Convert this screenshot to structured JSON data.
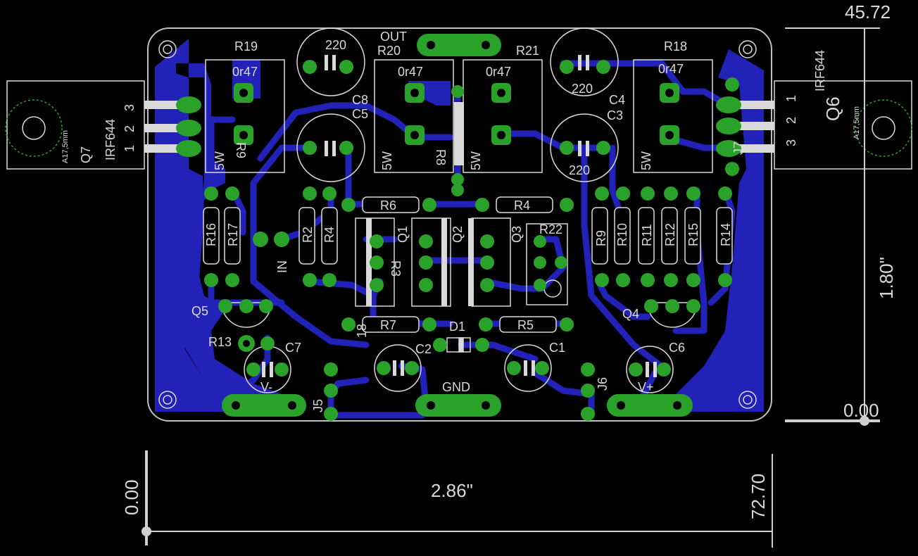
{
  "labels": {
    "out": "OUT",
    "gnd": "GND",
    "in": "IN",
    "r19": "R19",
    "r20": "R20",
    "r21": "R21",
    "r18": "R18",
    "val_0r47_a": "0r47",
    "val_0r47_b": "0r47",
    "val_0r47_c": "0r47",
    "val_0r47_d": "0r47",
    "cap220_tl": "220",
    "cap220_tr": "220",
    "cap220_br": "220",
    "c8": "C8",
    "c5": "C5",
    "c4": "C4",
    "c3": "C3",
    "w5_a": "5W",
    "w5_b": "5W",
    "w5_c": "5W",
    "w5_d": "5W",
    "r8": "R8",
    "r9_left": "R9",
    "r6": "R6",
    "r4": "R4",
    "r7": "R7",
    "r5": "R5",
    "r16": "R16",
    "r17": "R17",
    "r2": "R2",
    "r4_v": "R4",
    "r3": "R3",
    "r9": "R9",
    "r10": "R10",
    "r11": "R11",
    "r12": "R12",
    "r15": "R15",
    "r14": "R14",
    "r22": "R22",
    "r13": "R13",
    "q1": "Q1",
    "q2": "Q2",
    "q3": "Q3",
    "q4": "Q4",
    "q5": "Q5",
    "q6": "Q6",
    "q7": "Q7",
    "irf_l": "IRF644",
    "irf_r": "IRF644",
    "a17_l": "A17,5mm",
    "a17_r": "A17,5mm",
    "pin1": "1",
    "pin2": "2",
    "pin3": "3",
    "d1": "D1",
    "c1": "C1",
    "c2": "C2",
    "c6": "C6",
    "c7": "C7",
    "j5": "J5",
    "j6": "J6",
    "j7": "J7",
    "vminus": "V-",
    "vplus": "+",
    "v_plus_label": "V+",
    "r18_label": "18"
  },
  "dimensions": {
    "top_right": "45.72",
    "right_zero": "0.00",
    "right_span": "1.80\"",
    "bottom_left_zero": "0.00",
    "bottom_span": "2.86\"",
    "bottom_right": "72.70"
  },
  "colors": {
    "background": "#000000",
    "copper_bottom": "#2222b8",
    "pad": "#2aa22a",
    "pad_hole": "#000000",
    "silkscreen": "#d9d9d9",
    "dimension": "#cfcfcf",
    "board_outline": "#bfbfbf"
  }
}
